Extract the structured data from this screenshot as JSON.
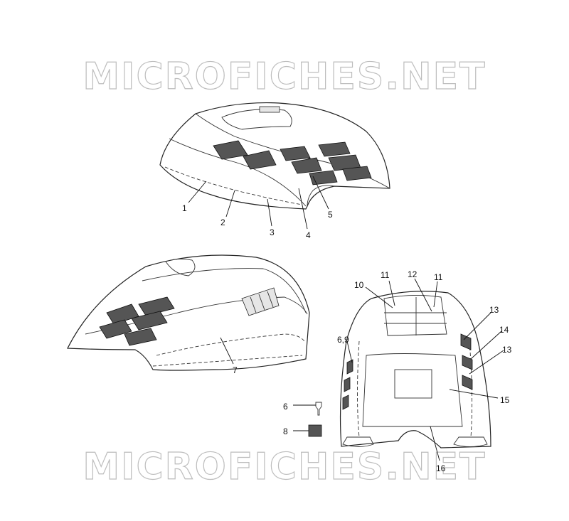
{
  "watermarks": {
    "top": "MICROFICHES.NET",
    "bottom": "MICROFICHES.NET"
  },
  "callouts": [
    {
      "id": "c1",
      "text": "1"
    },
    {
      "id": "c2",
      "text": "2"
    },
    {
      "id": "c3",
      "text": "3"
    },
    {
      "id": "c4",
      "text": "4"
    },
    {
      "id": "c5",
      "text": "5"
    },
    {
      "id": "c7",
      "text": "7"
    },
    {
      "id": "c10",
      "text": "10"
    },
    {
      "id": "c11a",
      "text": "11"
    },
    {
      "id": "c12",
      "text": "12"
    },
    {
      "id": "c11b",
      "text": "11"
    },
    {
      "id": "c13a",
      "text": "13"
    },
    {
      "id": "c14",
      "text": "14"
    },
    {
      "id": "c13b",
      "text": "13"
    },
    {
      "id": "c69",
      "text": "6,9"
    },
    {
      "id": "c15",
      "text": "15"
    },
    {
      "id": "c6",
      "text": "6"
    },
    {
      "id": "c8",
      "text": "8"
    },
    {
      "id": "c16",
      "text": "16"
    }
  ]
}
